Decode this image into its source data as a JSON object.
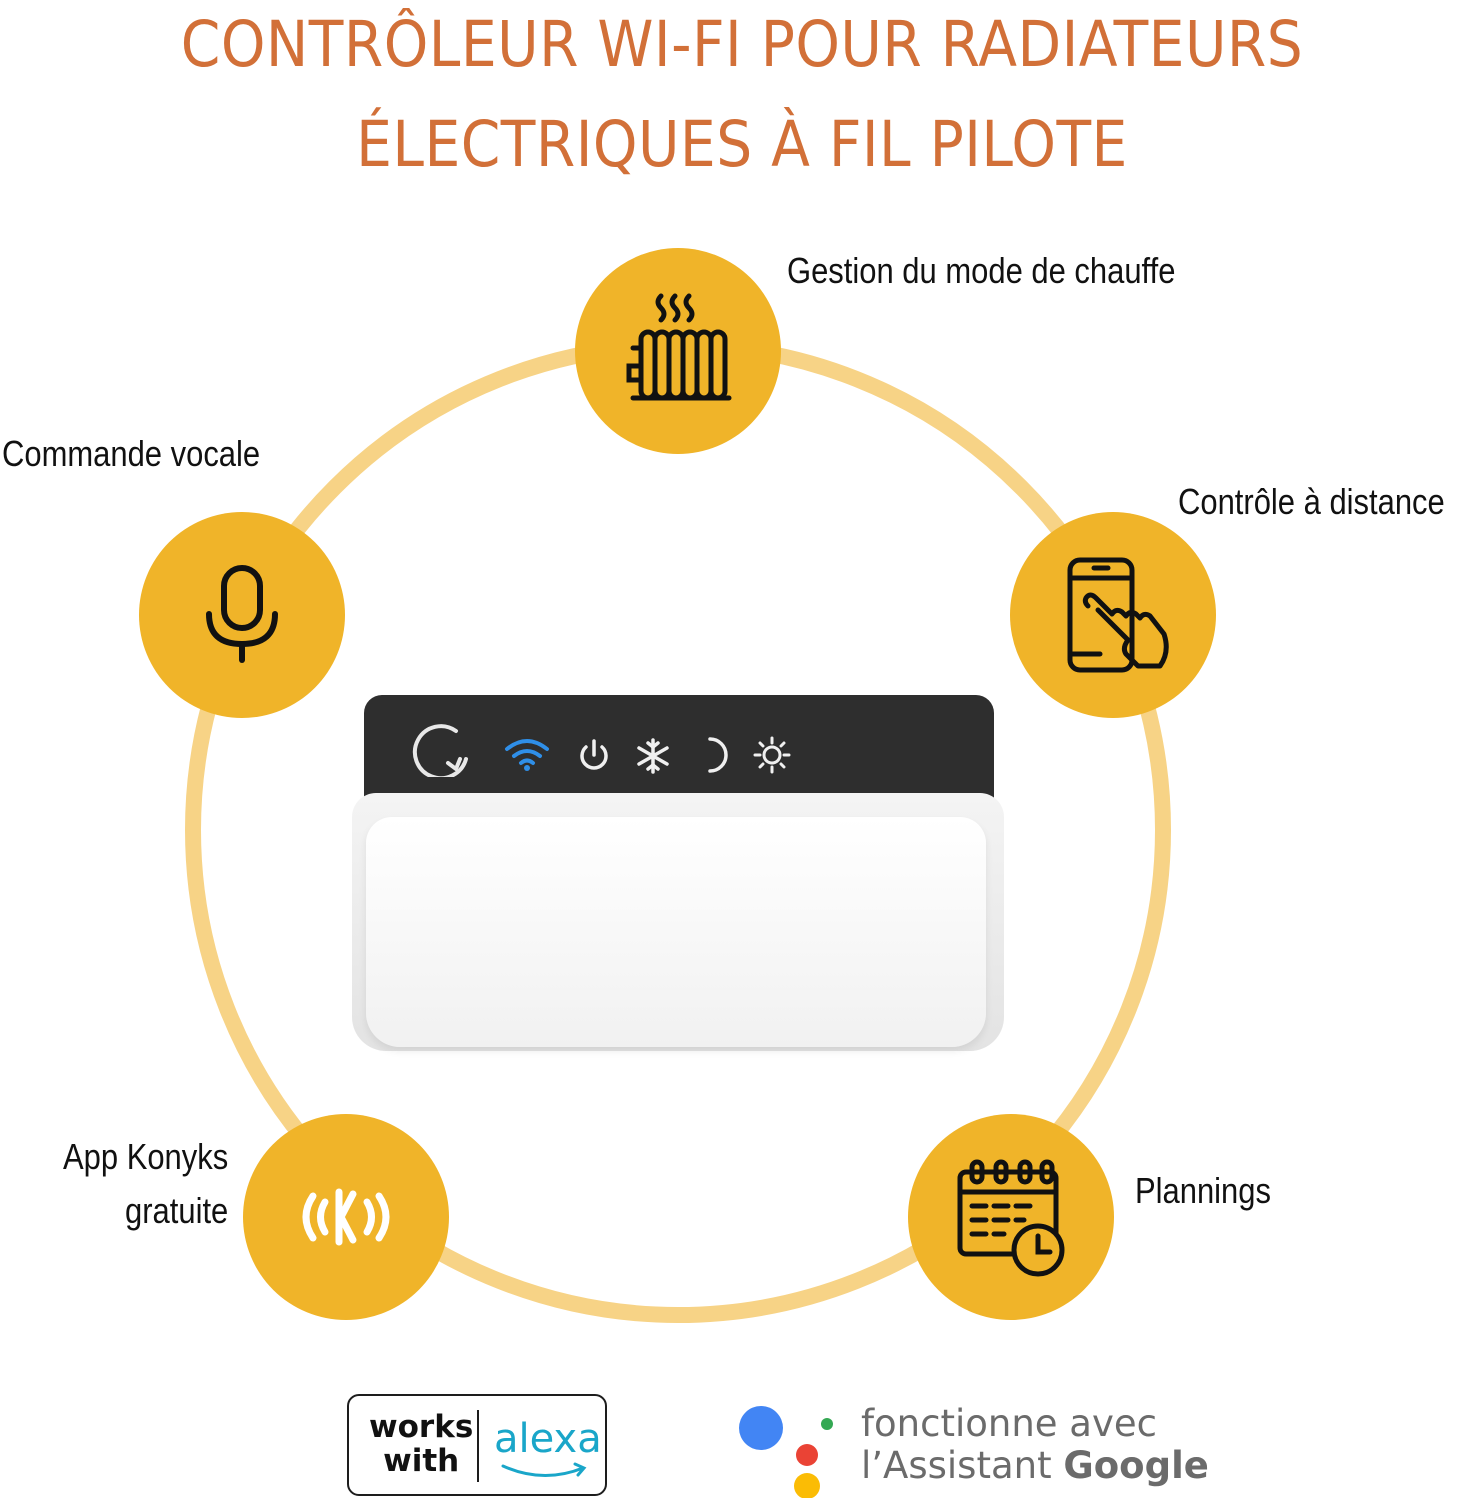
{
  "title": {
    "line1": "CONTRÔLEUR WI-FI POUR RADIATEURS",
    "line2": "ÉLECTRIQUES À FIL PILOTE"
  },
  "colors": {
    "title": "#d27038",
    "circle": "#f0b429",
    "ring": "#f7d386",
    "wifi_led": "#2f8fe8"
  },
  "features": [
    {
      "id": "heating-mode",
      "label": "Gestion du mode de chauffe",
      "icon": "radiator-icon"
    },
    {
      "id": "voice-command",
      "label": "Commande vocale",
      "icon": "microphone-icon"
    },
    {
      "id": "remote-control",
      "label": "Contrôle à distance",
      "icon": "smartphone-touch-icon"
    },
    {
      "id": "konyks-app",
      "label_line1": "App Konyks",
      "label_line2": "gratuite",
      "icon": "konyks-logo-icon"
    },
    {
      "id": "plannings",
      "label": "Plannings",
      "icon": "calendar-clock-icon"
    }
  ],
  "device": {
    "leds": [
      "sync-icon",
      "wifi-icon",
      "power-icon",
      "snowflake-icon",
      "moon-icon",
      "sun-icon"
    ]
  },
  "badges": {
    "alexa": {
      "works": "works",
      "with": "with",
      "brand": "alexa"
    },
    "google": {
      "line1": "fonctionne avec",
      "line2_prefix": "l’Assistant ",
      "line2_brand": "Google"
    }
  }
}
